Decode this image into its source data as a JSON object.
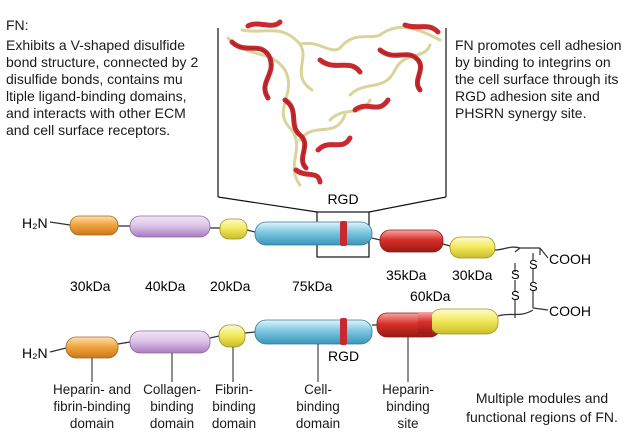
{
  "left_text": {
    "heading": "FN:",
    "body": "Exhibits a V-shaped disulfide\nbond structure, connected by 2\ndisulfide bonds, contains mu\nltiple ligand-binding domains,\nand interacts with other ECM\nand cell surface receptors."
  },
  "right_text": {
    "body": "FN promotes cell adhesion\nby binding to integrins on\nthe cell surface through its\nRGD adhesion site and\nPHSRN synergy site."
  },
  "top_chain": {
    "n_terminus": "H₂N",
    "c_terminus": "COOH",
    "rgd_label": "RGD"
  },
  "bottom_chain": {
    "n_terminus": "H₂N",
    "c_terminus": "COOH",
    "rgd_label": "RGD"
  },
  "disulfide": {
    "s": "S"
  },
  "sizes": [
    "30kDa",
    "40kDa",
    "20kDa",
    "75kDa",
    "35kDa",
    "30kDa",
    "60kDa"
  ],
  "domains": [
    "Heparin- and\nfibrin-binding\ndomain",
    "Collagen-\nbinding\ndomain",
    "Fibrin-\nbinding\ndomain",
    "Cell-\nbinding\ndomain",
    "Heparin-\nbinding\nsite"
  ],
  "caption": "Multiple modules and\nfunctional regions of FN.",
  "colors": {
    "orange": "#f2a640",
    "purple": "#c9a0d8",
    "yellow": "#f3ea60",
    "blue": "#7cc8e2",
    "red": "#d8302a",
    "ribbon": "#c8292f",
    "backbone": "#d9d49a"
  }
}
